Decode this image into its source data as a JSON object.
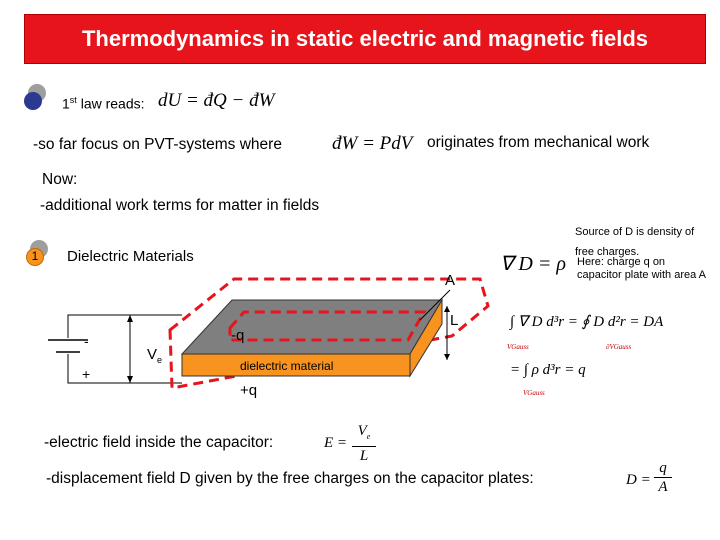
{
  "title": "Thermodynamics in static electric and magnetic fields",
  "first_law": {
    "prefix": "1",
    "sup": "st",
    "label": " law reads:",
    "equation": "dU = đQ − đW"
  },
  "pvt": {
    "lead": "-so far focus on PVT-systems where",
    "equation": "đW = PdV",
    "tail": "originates from mechanical work"
  },
  "now": "Now:",
  "additional": "-additional work terms for matter in fields",
  "section": {
    "number": "1",
    "label": "Dielectric Materials"
  },
  "source_note": {
    "line1": "Source of D is density of",
    "line2": "free charges."
  },
  "here_note": {
    "line1": "Here: charge q on",
    "line2": "capacitor plate with area A"
  },
  "gauss_eq": "∇ D = ρ",
  "integral_eq": {
    "line1_lhs": "∫ ∇ D d³r = ∮ D d²r = DA",
    "line2": "= ∫ ρ d³r = q",
    "sub_volume": "V",
    "sub_gauss": "Gauss",
    "sub_boundary": "∂V"
  },
  "diagram": {
    "label_A": "A",
    "label_L": "L",
    "minus_q": "-q",
    "plus_q": "+q",
    "dielectric": "dielectric material",
    "battery_minus": "-",
    "battery_plus": "+",
    "voltage": "V",
    "voltage_sub": "e"
  },
  "efield": {
    "text": "-electric field inside the capacitor:",
    "lhs": "E =",
    "num": "V",
    "num_sub": "e",
    "den": "L"
  },
  "dfield": {
    "text": "-displacement field D given by the free charges on the capacitor plates:",
    "lhs": "D =",
    "num": "q",
    "den": "A"
  },
  "colors": {
    "title_bg": "#e8141b",
    "dashed_red": "#e8141b",
    "dielectric_orange": "#f7931e",
    "plate_gray": "#7f7f7f",
    "bullet_blue": "#2b3990",
    "bullet_orange": "#f7931e"
  }
}
